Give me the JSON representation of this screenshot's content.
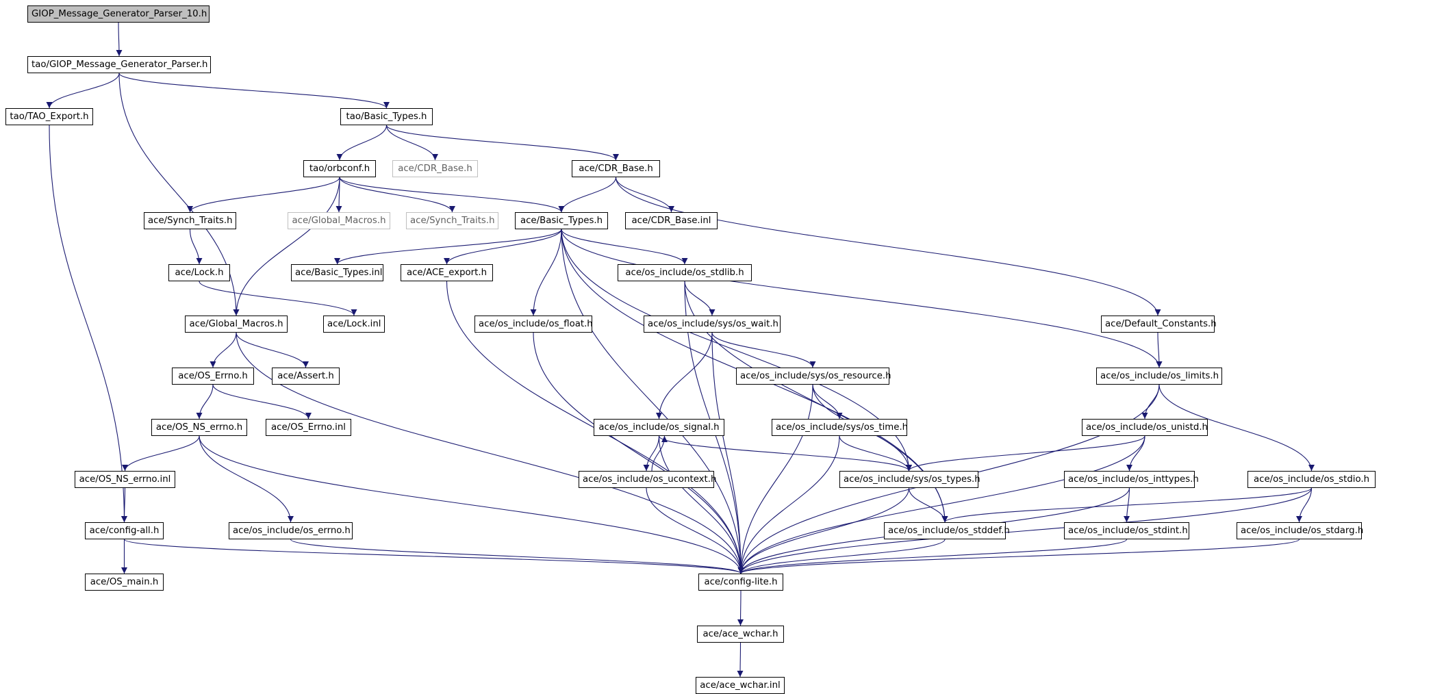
{
  "diagram": {
    "edge_color": "#191970",
    "root_fill": "#bfbfbf",
    "faded_border": "#bfbfbf",
    "nodes": [
      {
        "id": "root",
        "label": "GIOP_Message_Generator_Parser_10.h",
        "style": "root"
      },
      {
        "id": "tao_gmgp",
        "label": "tao/GIOP_Message_Generator_Parser.h"
      },
      {
        "id": "tao_export",
        "label": "tao/TAO_Export.h"
      },
      {
        "id": "tao_basic_types",
        "label": "tao/Basic_Types.h"
      },
      {
        "id": "tao_orbconf",
        "label": "tao/orbconf.h"
      },
      {
        "id": "cdr_base_faded",
        "label": "ace/CDR_Base.h",
        "style": "faded"
      },
      {
        "id": "cdr_base",
        "label": "ace/CDR_Base.h"
      },
      {
        "id": "synch_traits",
        "label": "ace/Synch_Traits.h"
      },
      {
        "id": "global_macros_faded",
        "label": "ace/Global_Macros.h",
        "style": "faded"
      },
      {
        "id": "synch_traits_faded",
        "label": "ace/Synch_Traits.h",
        "style": "faded"
      },
      {
        "id": "ace_basic_types",
        "label": "ace/Basic_Types.h"
      },
      {
        "id": "cdr_base_inl",
        "label": "ace/CDR_Base.inl"
      },
      {
        "id": "lock",
        "label": "ace/Lock.h"
      },
      {
        "id": "basic_types_inl",
        "label": "ace/Basic_Types.inl"
      },
      {
        "id": "ace_export",
        "label": "ace/ACE_export.h"
      },
      {
        "id": "os_stdlib",
        "label": "ace/os_include/os_stdlib.h"
      },
      {
        "id": "global_macros",
        "label": "ace/Global_Macros.h"
      },
      {
        "id": "lock_inl",
        "label": "ace/Lock.inl"
      },
      {
        "id": "os_float",
        "label": "ace/os_include/os_float.h"
      },
      {
        "id": "os_wait",
        "label": "ace/os_include/sys/os_wait.h"
      },
      {
        "id": "default_constants",
        "label": "ace/Default_Constants.h"
      },
      {
        "id": "os_errno_h",
        "label": "ace/OS_Errno.h"
      },
      {
        "id": "assert",
        "label": "ace/Assert.h"
      },
      {
        "id": "os_resource",
        "label": "ace/os_include/sys/os_resource.h"
      },
      {
        "id": "os_limits",
        "label": "ace/os_include/os_limits.h"
      },
      {
        "id": "os_ns_errno",
        "label": "ace/OS_NS_errno.h"
      },
      {
        "id": "os_errno_inl",
        "label": "ace/OS_Errno.inl"
      },
      {
        "id": "os_signal",
        "label": "ace/os_include/os_signal.h"
      },
      {
        "id": "os_time",
        "label": "ace/os_include/sys/os_time.h"
      },
      {
        "id": "os_unistd",
        "label": "ace/os_include/os_unistd.h"
      },
      {
        "id": "os_ns_errno_inl",
        "label": "ace/OS_NS_errno.inl"
      },
      {
        "id": "os_ucontext",
        "label": "ace/os_include/os_ucontext.h"
      },
      {
        "id": "os_types",
        "label": "ace/os_include/sys/os_types.h"
      },
      {
        "id": "os_inttypes",
        "label": "ace/os_include/os_inttypes.h"
      },
      {
        "id": "os_stdio",
        "label": "ace/os_include/os_stdio.h"
      },
      {
        "id": "config_all",
        "label": "ace/config-all.h"
      },
      {
        "id": "os_include_errno",
        "label": "ace/os_include/os_errno.h"
      },
      {
        "id": "os_stddef",
        "label": "ace/os_include/os_stddef.h"
      },
      {
        "id": "os_stdint",
        "label": "ace/os_include/os_stdint.h"
      },
      {
        "id": "os_stdarg",
        "label": "ace/os_include/os_stdarg.h"
      },
      {
        "id": "os_main",
        "label": "ace/OS_main.h"
      },
      {
        "id": "config_lite",
        "label": "ace/config-lite.h"
      },
      {
        "id": "ace_wchar",
        "label": "ace/ace_wchar.h"
      },
      {
        "id": "ace_wchar_inl",
        "label": "ace/ace_wchar.inl"
      }
    ],
    "edges": [
      [
        "root",
        "tao_gmgp"
      ],
      [
        "tao_gmgp",
        "tao_export"
      ],
      [
        "tao_gmgp",
        "tao_basic_types"
      ],
      [
        "tao_gmgp",
        "global_macros"
      ],
      [
        "tao_export",
        "config_all"
      ],
      [
        "tao_basic_types",
        "tao_orbconf"
      ],
      [
        "tao_basic_types",
        "cdr_base_faded"
      ],
      [
        "tao_basic_types",
        "cdr_base"
      ],
      [
        "tao_orbconf",
        "synch_traits"
      ],
      [
        "tao_orbconf",
        "global_macros_faded"
      ],
      [
        "tao_orbconf",
        "synch_traits_faded"
      ],
      [
        "tao_orbconf",
        "ace_basic_types"
      ],
      [
        "tao_orbconf",
        "global_macros"
      ],
      [
        "cdr_base",
        "ace_basic_types"
      ],
      [
        "cdr_base",
        "cdr_base_inl"
      ],
      [
        "cdr_base",
        "default_constants"
      ],
      [
        "synch_traits",
        "lock"
      ],
      [
        "lock",
        "lock_inl"
      ],
      [
        "ace_basic_types",
        "basic_types_inl"
      ],
      [
        "ace_basic_types",
        "ace_export"
      ],
      [
        "ace_basic_types",
        "os_stdlib"
      ],
      [
        "ace_basic_types",
        "os_float"
      ],
      [
        "ace_basic_types",
        "config_lite"
      ],
      [
        "ace_basic_types",
        "os_types"
      ],
      [
        "ace_basic_types",
        "os_stddef"
      ],
      [
        "ace_basic_types",
        "os_limits"
      ],
      [
        "ace_export",
        "config_lite"
      ],
      [
        "os_stdlib",
        "os_wait"
      ],
      [
        "os_stdlib",
        "config_lite"
      ],
      [
        "os_stdlib",
        "os_stddef"
      ],
      [
        "os_float",
        "config_lite"
      ],
      [
        "os_wait",
        "os_signal"
      ],
      [
        "os_wait",
        "os_resource"
      ],
      [
        "os_wait",
        "config_lite"
      ],
      [
        "global_macros",
        "os_errno_h"
      ],
      [
        "global_macros",
        "assert"
      ],
      [
        "global_macros",
        "config_lite"
      ],
      [
        "default_constants",
        "os_limits"
      ],
      [
        "os_errno_h",
        "os_ns_errno"
      ],
      [
        "os_errno_h",
        "os_errno_inl"
      ],
      [
        "os_ns_errno",
        "os_ns_errno_inl"
      ],
      [
        "os_ns_errno",
        "os_include_errno"
      ],
      [
        "os_ns_errno",
        "config_lite"
      ],
      [
        "os_ns_errno_inl",
        "config_all"
      ],
      [
        "os_resource",
        "os_time"
      ],
      [
        "os_resource",
        "os_types"
      ],
      [
        "os_resource",
        "config_lite"
      ],
      [
        "os_limits",
        "os_unistd"
      ],
      [
        "os_limits",
        "os_stdio"
      ],
      [
        "os_limits",
        "config_lite"
      ],
      [
        "os_signal",
        "os_ucontext"
      ],
      [
        "os_ucontext",
        "os_signal"
      ],
      [
        "os_signal",
        "os_types"
      ],
      [
        "os_signal",
        "config_lite"
      ],
      [
        "os_ucontext",
        "config_lite"
      ],
      [
        "os_time",
        "os_types"
      ],
      [
        "os_time",
        "config_lite"
      ],
      [
        "os_unistd",
        "os_types"
      ],
      [
        "os_unistd",
        "os_inttypes"
      ],
      [
        "os_unistd",
        "config_lite"
      ],
      [
        "os_types",
        "os_stddef"
      ],
      [
        "os_types",
        "config_lite"
      ],
      [
        "os_inttypes",
        "os_stdint"
      ],
      [
        "os_inttypes",
        "config_lite"
      ],
      [
        "os_stdio",
        "os_stddef"
      ],
      [
        "os_stdio",
        "os_stdarg"
      ],
      [
        "os_stdio",
        "config_lite"
      ],
      [
        "config_all",
        "os_main"
      ],
      [
        "config_all",
        "config_lite"
      ],
      [
        "os_include_errno",
        "config_lite"
      ],
      [
        "os_stddef",
        "config_lite"
      ],
      [
        "os_stdint",
        "config_lite"
      ],
      [
        "os_stdarg",
        "config_lite"
      ],
      [
        "config_lite",
        "ace_wchar"
      ],
      [
        "ace_wchar",
        "ace_wchar_inl"
      ]
    ]
  }
}
